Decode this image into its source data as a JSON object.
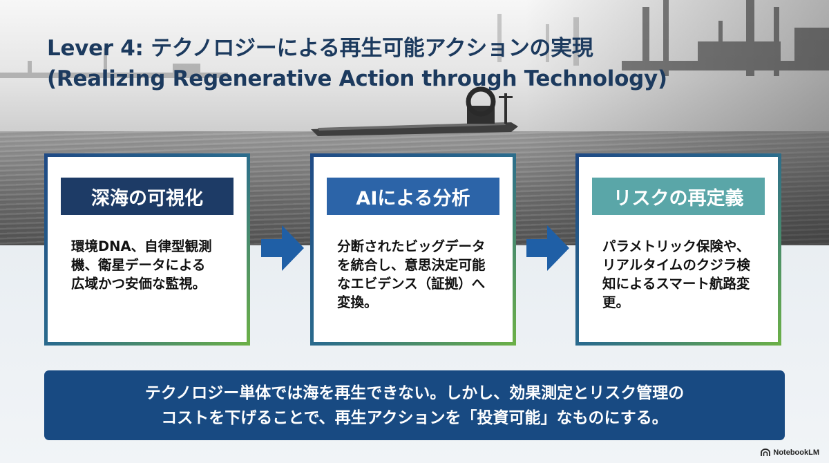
{
  "title": {
    "line1": "Lever 4: テクノロジーによる再生可能アクションの実現",
    "line2": "(Realizing Regenerative Action through Technology)"
  },
  "cards": [
    {
      "heading": "深海の可視化",
      "heading_color": "#1d3b66",
      "body": [
        "環境DNA、自律型観測",
        "機、衛星データによる",
        "広域かつ安価な監視。"
      ]
    },
    {
      "heading": "AIによる分析",
      "heading_color": "#2c64a8",
      "body": [
        "分断されたビッグデータ",
        "を統合し、意思決定可能",
        "なエビデンス（証拠）へ",
        "変換。"
      ]
    },
    {
      "heading": "リスクの再定義",
      "heading_color": "#5aa6a8",
      "body": [
        "パラメトリック保険や、",
        "リアルタイムのクジラ検",
        "知によるスマート航路変",
        "更。"
      ]
    }
  ],
  "banner": {
    "line1": "テクノロジー単体では海を再生できない。しかし、効果測定とリスク管理の",
    "line2": "コストを下げることで、再生アクションを「投資可能」なものにする。"
  },
  "brand": {
    "icon": "notebooklm-logo-icon",
    "label": "NotebookLM"
  },
  "colors": {
    "title": "#1c3a5e",
    "arrow": "#1f5fa6",
    "banner": "#184a82"
  }
}
